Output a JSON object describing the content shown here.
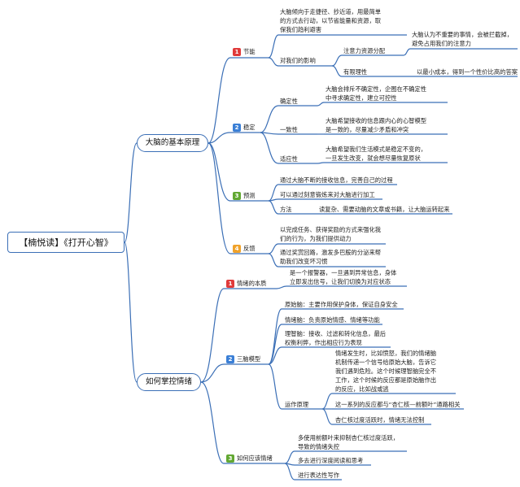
{
  "root": "【楠悦读】《打开心智》",
  "branch1": {
    "title": "大脑的基本原理",
    "items": [
      {
        "num": "1",
        "color": "#e03a3a",
        "label": "节能",
        "intro": [
          "大脑倾向于走捷径、抄近道，用最简单",
          "的方式去行动，以节省能量和资源，取",
          "保我们趋利避害"
        ],
        "sub_label": "对我们的影响",
        "attention": "注意力资源分配",
        "attention_detail": [
          "大脑认为不重要的事情，会被拦截掉，",
          "避免占用我们的注意力"
        ],
        "limited": "有限理性",
        "limited_detail": "以最小成本，得到一个性价比高的答案"
      },
      {
        "num": "2",
        "color": "#3a7fd6",
        "label": "稳定",
        "subs": [
          {
            "label": "确定性",
            "detail": [
              "大脑会排斥不确定性，企图在不确定性",
              "中寻求确定性，建立可控性"
            ]
          },
          {
            "label": "一致性",
            "detail": [
              "大脑希望接收的信息跟内心的心智模型",
              "是一致的，尽量减少矛盾和冲突"
            ]
          },
          {
            "label": "适应性",
            "detail": [
              "大脑希望我们生活模式是稳定不变的，",
              "一旦发生改变，就会想尽量恢复原状"
            ]
          }
        ]
      },
      {
        "num": "3",
        "color": "#62a832",
        "label": "预测",
        "lines": [
          "通过大脑不断的接收信息，完善自己的过程",
          "可以通过刻意锻炼来对大脑进行加工"
        ],
        "method_label": "方法",
        "method_detail": "读复杂、需要动脑的文章或书籍，让大脑运转起来"
      },
      {
        "num": "4",
        "color": "#f0a22a",
        "label": "反馈",
        "lines1": [
          "以完成任务、获得奖励的方式来强化我",
          "们的行为，为我们提供动力"
        ],
        "lines2": [
          "通过奖赏回路，激发多巴胺的分泌来帮",
          "助我们改变坏习惯"
        ]
      }
    ]
  },
  "branch2": {
    "title": "如何掌控情绪",
    "items": [
      {
        "num": "1",
        "color": "#e03a3a",
        "label": "情绪的本质",
        "detail": [
          "是一个报警器，一旦遇到异常信息，身体",
          "立即发出信号，让我们切换为对应状态"
        ]
      },
      {
        "num": "2",
        "color": "#3a7fd6",
        "label": "三脑模型",
        "brains": [
          [
            "原始脑：主要作用保护身体，保证自身安全"
          ],
          [
            "情绪脑：负责原始情感、情绪等功能"
          ],
          [
            "理智脑：接收、过滤和转化信息，最后",
            "权衡利弊，作出相应行为表现"
          ]
        ],
        "principle_label": "运作原理",
        "principle_lines": [
          [
            "情绪发生时，比如愤怒，我们的情绪脑",
            "机制传递一个信号给原始大脑，告诉它",
            "我们遇到危险。这个时候理智脑完全不",
            "工作，这个时候的反应都是原始脑作出",
            "的反应，比如战或逃"
          ],
          [
            "这一系列的反应都与“杏仁核—前额叶”通路相关"
          ],
          [
            "杏仁核过度活跃时，情绪无法控制"
          ]
        ]
      },
      {
        "num": "3",
        "color": "#62a832",
        "label": "如何应该情绪",
        "lines": [
          [
            "多使用前额叶来抑制杏仁核过度活跃，",
            "导致的情绪失控"
          ],
          [
            "多去进行深度阅读和思考"
          ],
          [
            "进行表达性写作"
          ]
        ]
      }
    ]
  },
  "colors": {
    "line": "#3b6fb6",
    "red": "#e03a3a",
    "blue": "#3a7fd6",
    "green": "#62a832",
    "orange": "#f0a22a"
  }
}
